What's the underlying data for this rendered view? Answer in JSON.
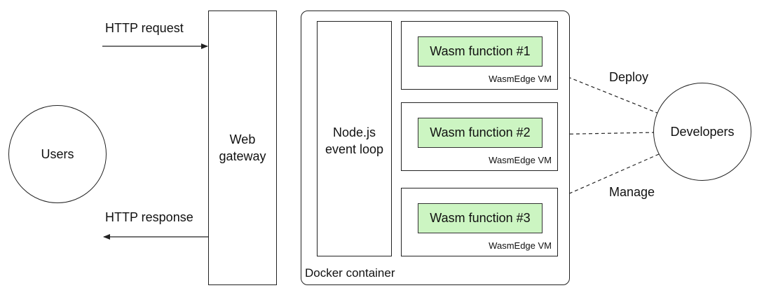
{
  "users": {
    "label": "Users"
  },
  "developers": {
    "label": "Developers"
  },
  "gateway": {
    "label": "Web\ngateway"
  },
  "container": {
    "label": "Docker container"
  },
  "event_loop": {
    "label": "Node.js\nevent loop"
  },
  "vms": [
    {
      "function_label": "Wasm function #1",
      "vm_label": "WasmEdge VM"
    },
    {
      "function_label": "Wasm function #2",
      "vm_label": "WasmEdge VM"
    },
    {
      "function_label": "Wasm function #3",
      "vm_label": "WasmEdge VM"
    }
  ],
  "edges": {
    "request": "HTTP request",
    "response": "HTTP response",
    "deploy": "Deploy",
    "manage": "Manage"
  },
  "colors": {
    "function_fill": "#ccf5c2",
    "stroke": "#222222"
  }
}
